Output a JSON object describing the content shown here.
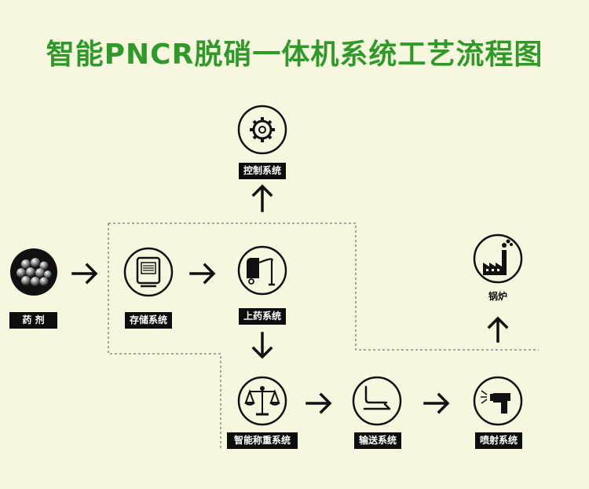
{
  "title": "智能PNCR脱硝一体机系统工艺流程图",
  "nodes": {
    "control": {
      "label": "控制系统",
      "icon": "gear-icon"
    },
    "reagent": {
      "label": "药 剂",
      "icon": "pellets-icon"
    },
    "storage": {
      "label": "存储系统",
      "icon": "storage-tank-icon"
    },
    "loading": {
      "label": "上药系统",
      "icon": "vacuum-loader-icon"
    },
    "weighing": {
      "label": "智能称重系统",
      "icon": "scale-icon"
    },
    "conveying": {
      "label": "输送系统",
      "icon": "conveyor-icon"
    },
    "spraying": {
      "label": "喷射系统",
      "icon": "spray-nozzle-icon"
    },
    "boiler": {
      "label": "锅炉",
      "icon": "factory-icon"
    }
  },
  "colors": {
    "background": "#f7f7df",
    "title": "#2f9a2a",
    "label_bg": "#0d0d0d",
    "stroke": "#111111"
  }
}
